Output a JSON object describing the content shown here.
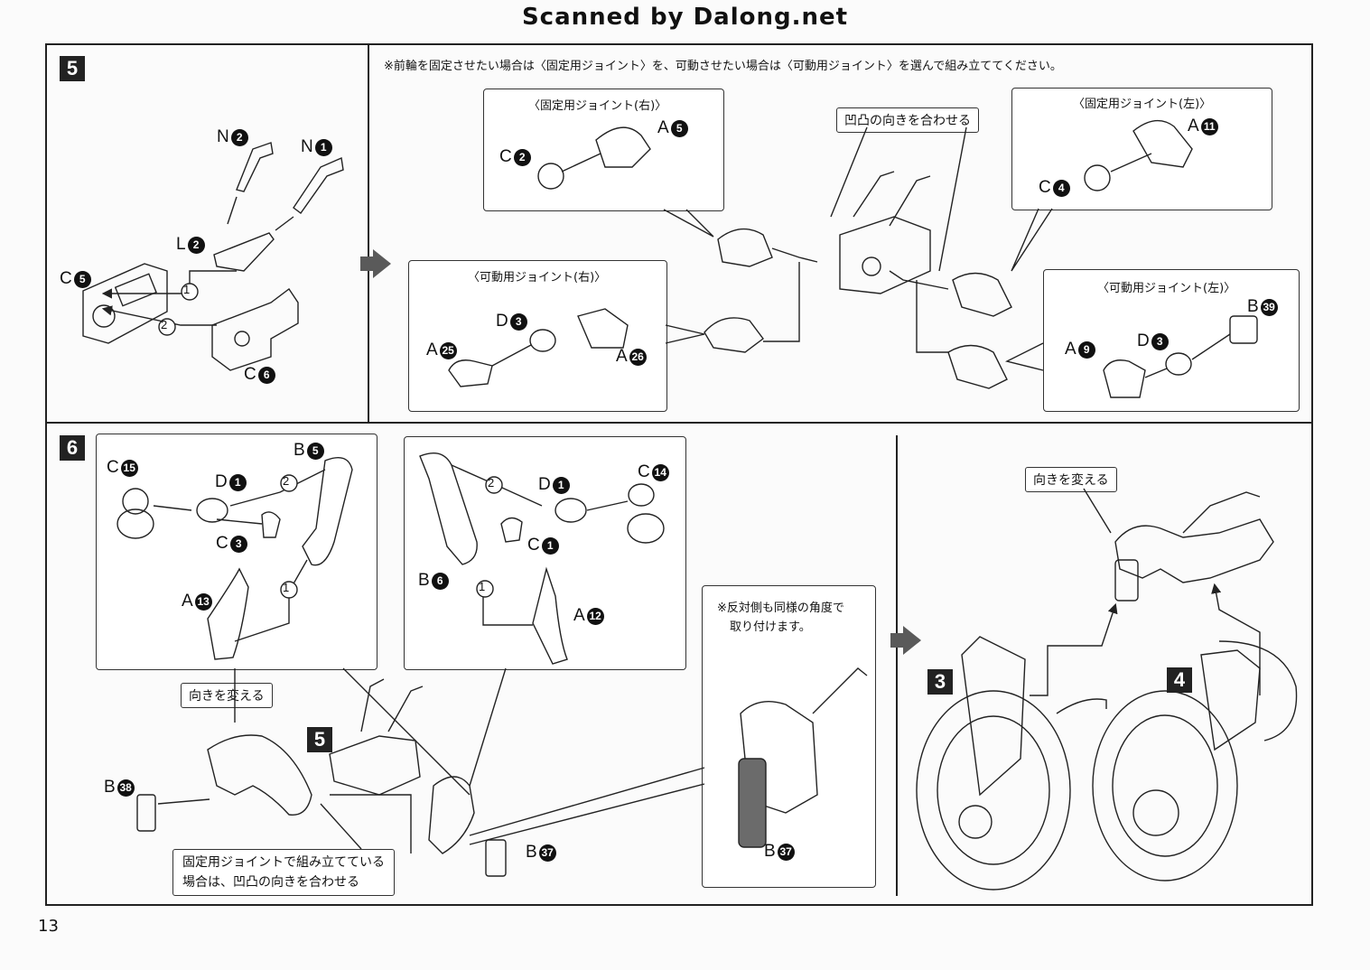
{
  "watermark": "Scanned by Dalong.net",
  "page_number": "13",
  "step5": {
    "number": "5",
    "note": "※前輪を固定させたい場合は〈固定用ジョイント〉を、可動させたい場合は〈可動用ジョイント〉を選んで組み立ててください。",
    "fixed_right_title": "〈固定用ジョイント(右)〉",
    "fixed_left_title": "〈固定用ジョイント(左)〉",
    "movable_right_title": "〈可動用ジョイント(右)〉",
    "movable_left_title": "〈可動用ジョイント(左)〉",
    "align_tag": "凹凸の向きを合わせる",
    "parts": {
      "n2": [
        "N",
        "2"
      ],
      "n1": [
        "N",
        "1"
      ],
      "l2": [
        "L",
        "2"
      ],
      "c5": [
        "C",
        "5"
      ],
      "c6": [
        "C",
        "6"
      ],
      "c2": [
        "C",
        "2"
      ],
      "a5": [
        "A",
        "5"
      ],
      "a11": [
        "A",
        "11"
      ],
      "c4": [
        "C",
        "4"
      ],
      "d3a": [
        "D",
        "3"
      ],
      "a25": [
        "A",
        "25"
      ],
      "a26": [
        "A",
        "26"
      ],
      "b39": [
        "B",
        "39"
      ],
      "a9": [
        "A",
        "9"
      ],
      "d3b": [
        "D",
        "3"
      ]
    },
    "step_marks": [
      "1",
      "2"
    ]
  },
  "step6": {
    "number": "6",
    "turn_tag_1": "向きを変える",
    "turn_tag_2": "向きを変える",
    "same_angle_note_1": "※反対側も同様の角度で",
    "same_angle_note_2": "取り付けます。",
    "fixed_joint_note_1": "固定用ジョイントで組み立てている",
    "fixed_joint_note_2": "場合は、凹凸の向きを合わせる",
    "ref_5": "5",
    "ref_3": "3",
    "ref_4": "4",
    "parts": {
      "c15": [
        "C",
        "15"
      ],
      "d1a": [
        "D",
        "1"
      ],
      "b5": [
        "B",
        "5"
      ],
      "c3": [
        "C",
        "3"
      ],
      "a13": [
        "A",
        "13"
      ],
      "d1b": [
        "D",
        "1"
      ],
      "c14": [
        "C",
        "14"
      ],
      "c1": [
        "C",
        "1"
      ],
      "b6": [
        "B",
        "6"
      ],
      "a12": [
        "A",
        "12"
      ],
      "b38": [
        "B",
        "38"
      ],
      "b37a": [
        "B",
        "37"
      ],
      "b37b": [
        "B",
        "37"
      ]
    },
    "step_marks": [
      "2",
      "1",
      "2",
      "1"
    ]
  }
}
